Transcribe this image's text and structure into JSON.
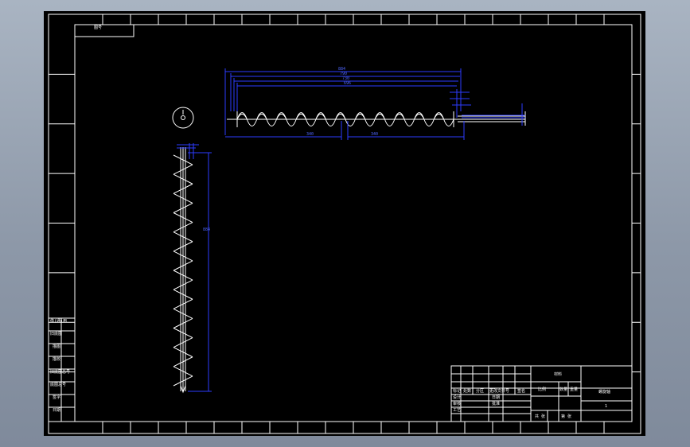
{
  "sheet": {
    "background": "#000000",
    "line_color": "#ffffff",
    "dimension_color": "#2d3bff",
    "frame_tick_marks_top": 20,
    "frame_tick_marks_side": 8
  },
  "labels": {
    "code_box": "图号",
    "part_name": "螺旋轴",
    "material_box": "材料",
    "scale_cell": "比例",
    "qty_cell": "数量",
    "weight_cell": "重量",
    "sheet_cell": "共 张",
    "sheet_no": "第 张",
    "note_cell": "1",
    "designer": "设计",
    "checker": "审核",
    "process": "工艺",
    "approver": "批准",
    "date": "日期",
    "rev_mark": "标记",
    "rev_count": "处数",
    "rev_zone": "分区",
    "rev_doc": "更改文件号",
    "rev_sign": "签名",
    "left_strip": [
      "借(通)用",
      "旧底图",
      "描图",
      "描校",
      "旧底图总号",
      "底图总号",
      "签字",
      "日期"
    ]
  },
  "dimensions": {
    "overall": "884",
    "d2": "790",
    "d3": "730",
    "d4": "696",
    "bottom_left": "340",
    "bottom_right": "340",
    "vertical": "884"
  },
  "icons": {
    "section_view": "circle-section-icon"
  }
}
